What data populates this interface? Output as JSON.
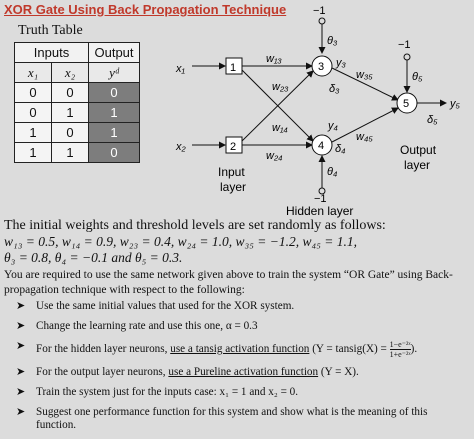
{
  "title": "XOR Gate Using Back Propagation Technique",
  "truth_table": {
    "title": "Truth Table",
    "group_inputs": "Inputs",
    "group_output": "Output",
    "col_x1": "x₁",
    "col_x2": "x₂",
    "col_yd": "yᵈ",
    "rows": [
      [
        "0",
        "0",
        "0"
      ],
      [
        "0",
        "1",
        "1"
      ],
      [
        "1",
        "0",
        "1"
      ],
      [
        "1",
        "1",
        "0"
      ]
    ]
  },
  "network": {
    "bias_top_left": "−1",
    "bias_top_right": "−1",
    "bias_bottom": "−1",
    "x1": "x₁",
    "x2": "x₂",
    "node1": "1",
    "node2": "2",
    "node3": "3",
    "node4": "4",
    "node5": "5",
    "theta3": "θ₃",
    "theta4": "θ₄",
    "theta5": "θ₅",
    "w13": "w₁₃",
    "w14": "w₁₄",
    "w23": "w₂₃",
    "w24": "w₂₄",
    "w35": "w₃₅",
    "w45": "w₄₅",
    "y3": "y₃",
    "y4": "y₄",
    "y5": "y₅",
    "delta3": "δ₃",
    "delta4": "δ₄",
    "delta5": "δ₅",
    "input_layer": [
      "Input",
      "layer"
    ],
    "output_layer": [
      "Output",
      "layer"
    ],
    "hidden_layer": "Hidden layer"
  },
  "text": {
    "intro": "The initial weights and threshold levels are set randomly as follows:",
    "weights_line1": "w₁₃ = 0.5, w₁₄ = 0.9, w₂₃ = 0.4, w₂₄ = 1.0, w₃₅ = −1.2, w₄₅ = 1.1,",
    "weights_line2": "θ₃ = 0.8, θ₄ = −0.1 and θ₅ = 0.3.",
    "task": "You are required to use the same network given above to train the system “OR Gate” using Back-propagation technique with respect to the following:",
    "bullets": {
      "b1": "Use the same initial values that used for the XOR system.",
      "b2": "Change the learning rate and use this one, α = 0.3",
      "b3_pre": "For the hidden layer neurons, ",
      "b3_link": "use a tansig activation function",
      "b3_formula": " (Y = tansig(X) = ",
      "b3_num": "1−e⁻²ˣ",
      "b3_den": "1+e⁻²ˣ",
      "b3_end": ").",
      "b4_pre": "For the output layer neurons, ",
      "b4_link": "use a Pureline activation function",
      "b4_end": " (Y = X).",
      "b5": "Train the system just for the inputs case: x₁ = 1 and x₂ = 0.",
      "b6": "Suggest one performance function for this system and show what is the meaning of this function."
    }
  }
}
